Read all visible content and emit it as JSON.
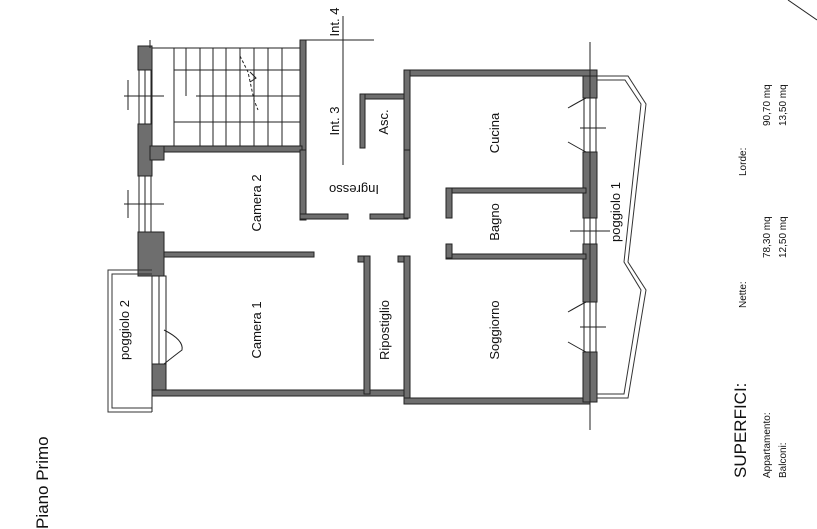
{
  "floor_title": "Piano Primo",
  "rooms": {
    "cucina": "Cucina",
    "ingresso": "Ingresso",
    "camera2": "Camera 2",
    "bagno": "Bagno",
    "camera1": "Camera 1",
    "ripostiglio": "Ripostiglio",
    "soggiorno": "Soggiorno",
    "int3": "Int. 3",
    "int4": "Int. 4",
    "asc": "Asc.",
    "poggiolo1": "poggiolo 1",
    "poggiolo2": "poggiolo 2"
  },
  "surfaces": {
    "heading": "SUPERFICI:",
    "appartamento_label": "Appartamento:",
    "balconi_label": "Balconi:",
    "nette_label": "Nette:",
    "lorde_label": "Lorde:",
    "nette_appartamento": "78,30 mq",
    "nette_balconi": "12,50 mq",
    "lorde_appartamento": "90,70 mq",
    "lorde_balconi": "13,50 mq"
  }
}
